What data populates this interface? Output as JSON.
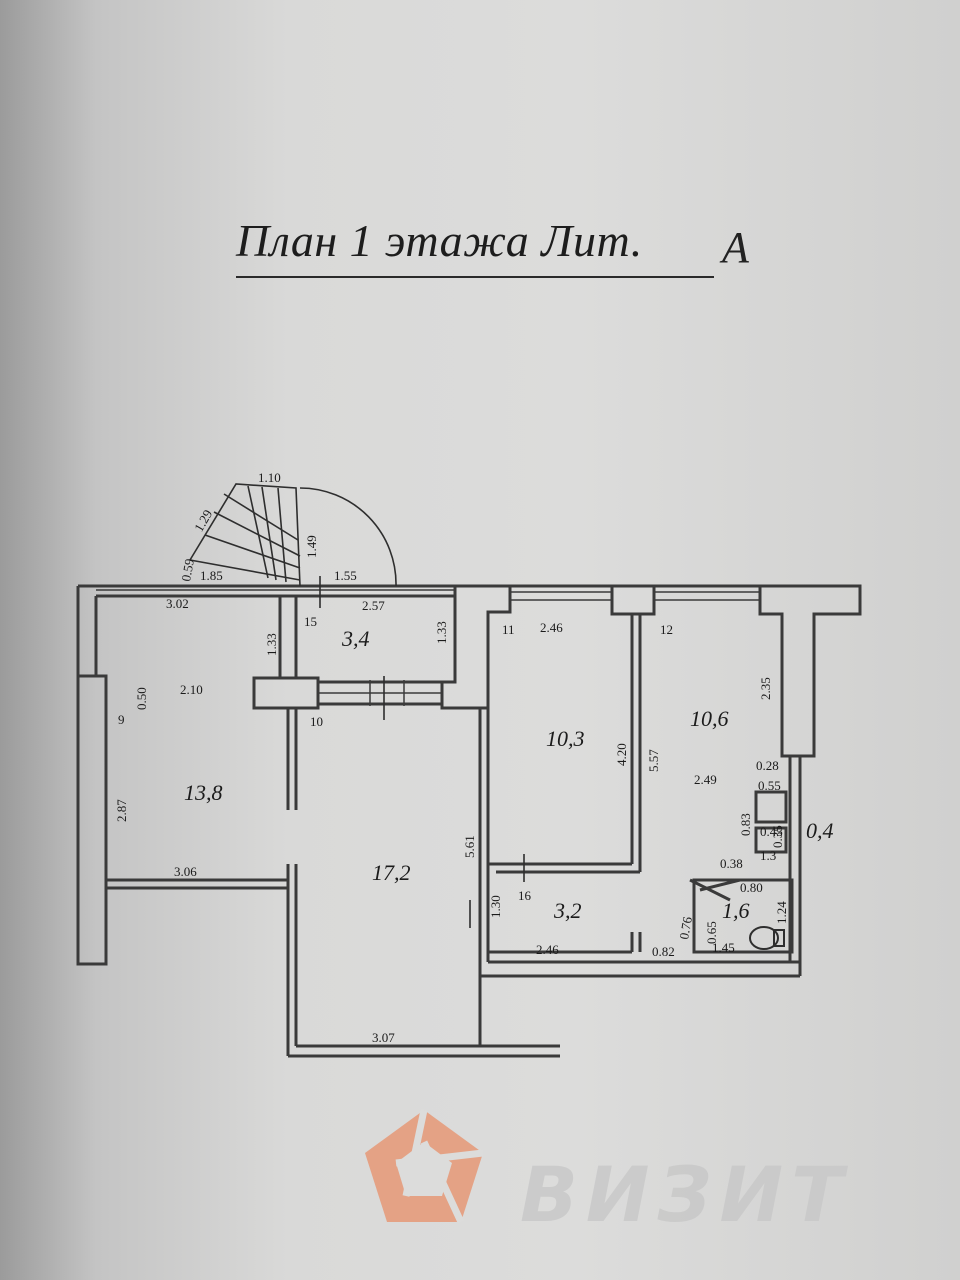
{
  "title": "План 1 этажа Лит.",
  "title_letter": "А",
  "rooms": [
    {
      "id": "r15",
      "area": "3,4",
      "number": "15"
    },
    {
      "id": "r9",
      "area": "13,8",
      "number": "9"
    },
    {
      "id": "r10",
      "area": "17,2",
      "number": "10"
    },
    {
      "id": "r11",
      "area": "10,3",
      "number": "11"
    },
    {
      "id": "r12",
      "area": "10,6",
      "number": "12"
    },
    {
      "id": "r16",
      "area": "3,2",
      "number": "16"
    },
    {
      "id": "rbath",
      "area": "1,6"
    },
    {
      "id": "rsmall",
      "area": "0,4"
    }
  ],
  "dimensions": [
    "1.10",
    "1.29",
    "1.49",
    "0.59",
    "1.85",
    "1.55",
    "3.02",
    "2.57",
    "1.33",
    "1.33",
    "2.46",
    "0.50",
    "2.10",
    "2.87",
    "3.06",
    "4.20",
    "5.57",
    "2.35",
    "0.28",
    "2.49",
    "0.55",
    "0.83",
    "0.45",
    "0.35",
    "1.3",
    "0.38",
    "0.80",
    "1.24",
    "0.65",
    "0.76",
    "0.82",
    "1.45",
    "5.61",
    "1.30",
    "2.46",
    "3.07"
  ],
  "logo": {
    "text": "ВИЗИТ",
    "color": "#e07a4f"
  }
}
